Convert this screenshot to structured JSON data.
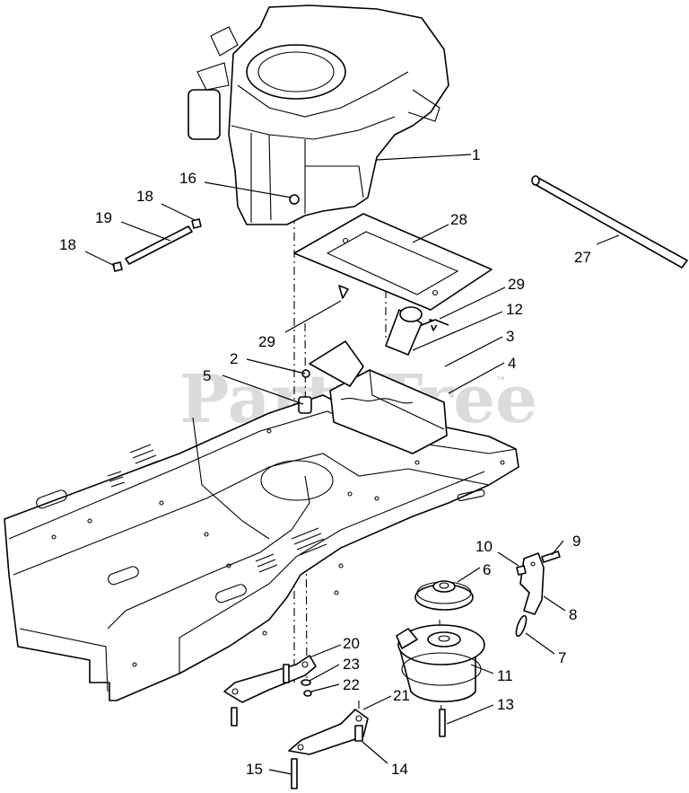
{
  "watermark": {
    "text": "PartsTree",
    "trademark": "™"
  },
  "callouts": {
    "c1": "1",
    "c2": "2",
    "c3": "3",
    "c4": "4",
    "c5": "5",
    "c6": "6",
    "c7": "7",
    "c8": "8",
    "c9": "9",
    "c10": "10",
    "c11": "11",
    "c12": "12",
    "c13": "13",
    "c14": "14",
    "c15": "15",
    "c16": "16",
    "c18a": "18",
    "c18b": "18",
    "c19": "19",
    "c20": "20",
    "c21": "21",
    "c22": "22",
    "c23": "23",
    "c27": "27",
    "c28": "28",
    "c29a": "29",
    "c29b": "29"
  }
}
